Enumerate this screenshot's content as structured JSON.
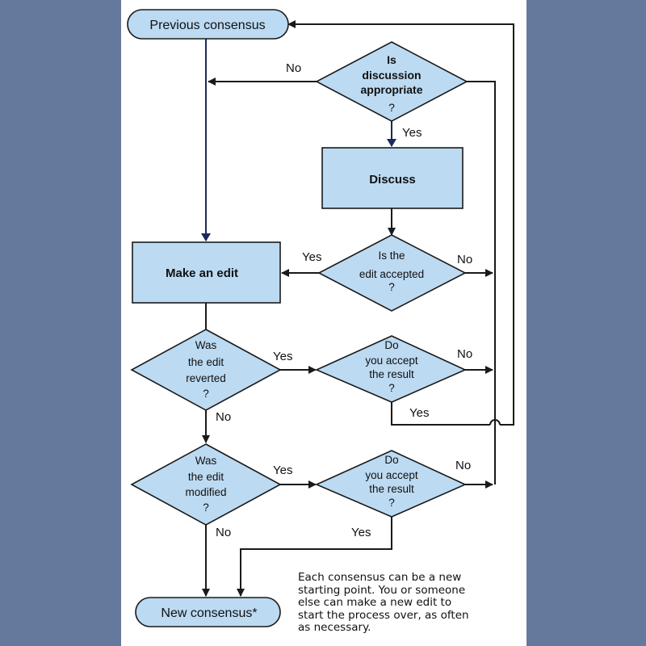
{
  "nodes": {
    "previous_consensus": "Previous consensus",
    "new_consensus": "New consensus*",
    "discussion_q": [
      "Is",
      "discussion",
      "appropriate",
      "?"
    ],
    "discuss": "Discuss",
    "make_edit": "Make an edit",
    "edit_accepted_q": [
      "Is the",
      "edit  accepted",
      "?"
    ],
    "reverted_q": [
      "Was",
      "the edit",
      "reverted",
      "?"
    ],
    "accept_result_q1": [
      "Do",
      "you accept",
      "the result",
      "?"
    ],
    "modified_q": [
      "Was",
      "the edit",
      "modified",
      "?"
    ],
    "accept_result_q2": [
      "Do",
      "you accept",
      "the result",
      "?"
    ]
  },
  "edge_labels": {
    "discussion_no": "No",
    "discussion_yes": "Yes",
    "accepted_yes": "Yes",
    "accepted_no": "No",
    "reverted_yes": "Yes",
    "reverted_no": "No",
    "result1_no": "No",
    "result1_yes": "Yes",
    "modified_yes": "Yes",
    "modified_no": "No",
    "result2_no": "No",
    "result2_yes": "Yes"
  },
  "footnote": [
    "Each consensus can be a new",
    "starting point. You or someone",
    "else can make a new edit to",
    "start the process over, as often",
    "as necessary."
  ],
  "colors": {
    "node_fill": "#bcdaf2",
    "line": "#1a1a1a",
    "background": "#65799c"
  }
}
